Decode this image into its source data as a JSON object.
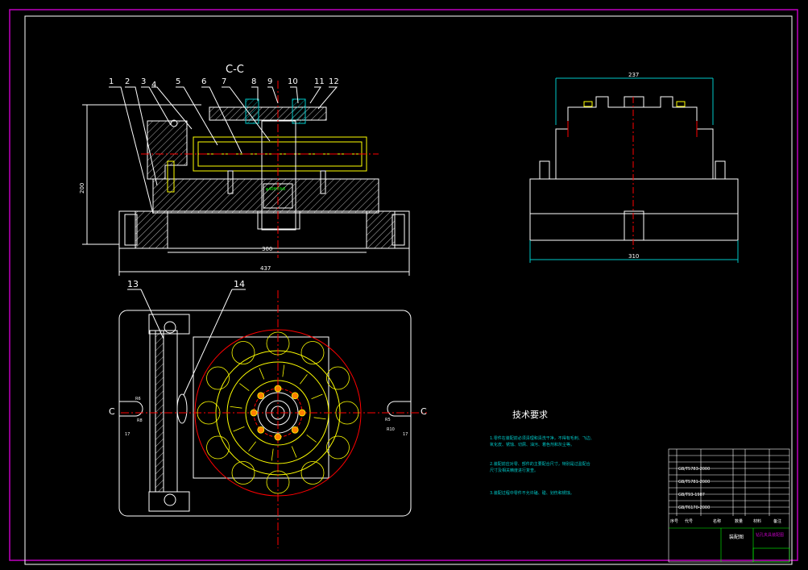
{
  "drawing": {
    "section_title": "C-C",
    "part_numbers": [
      "1",
      "2",
      "3",
      "4",
      "5",
      "6",
      "7",
      "8",
      "9",
      "10",
      "11",
      "12"
    ],
    "plan_part_numbers": [
      "13",
      "14"
    ],
    "dims": {
      "height_left": "200",
      "base_inner": "300",
      "base_outer": "437",
      "right_top": "237",
      "right_bottom": "310",
      "bore_note": "φ40H7/k6"
    },
    "section_marks": {
      "left": "C",
      "right": "C"
    },
    "plan_dims": {
      "left_a": "R6",
      "left_b": "R8",
      "left_c": "17",
      "right_a": "R5",
      "right_b": "R10",
      "right_c": "17"
    }
  },
  "tech": {
    "title": "技术要求",
    "items": [
      "1.零件在装配前必须清理和清洗干净，不得有毛刺、飞边、",
      "氧化皮、锈蚀、切屑、油污、着色剂和灰尘等。",
      "2.装配前应对零、部件的主要配合尺寸，特别是过盈配合",
      "尺寸及相关精度进行复查。",
      "3.装配过程中零件不允许磕、碰、划伤和锈蚀。"
    ]
  },
  "title_block": {
    "rows": [
      "GB/T5783-2000",
      "GB/T5781-2000",
      "GB/T93-1987",
      "GB/T6170-2000"
    ],
    "heads": [
      "序号",
      "代号",
      "名称",
      "数量",
      "材料",
      "备注"
    ],
    "name": "装配图",
    "company": "钻孔夹具装配图"
  },
  "colors": {
    "frame": "#c000c0",
    "line": "#ffffff",
    "center": "#ff0000",
    "dim": "#00c8c8",
    "yellow": "#ffff00",
    "green": "#00ff00"
  }
}
